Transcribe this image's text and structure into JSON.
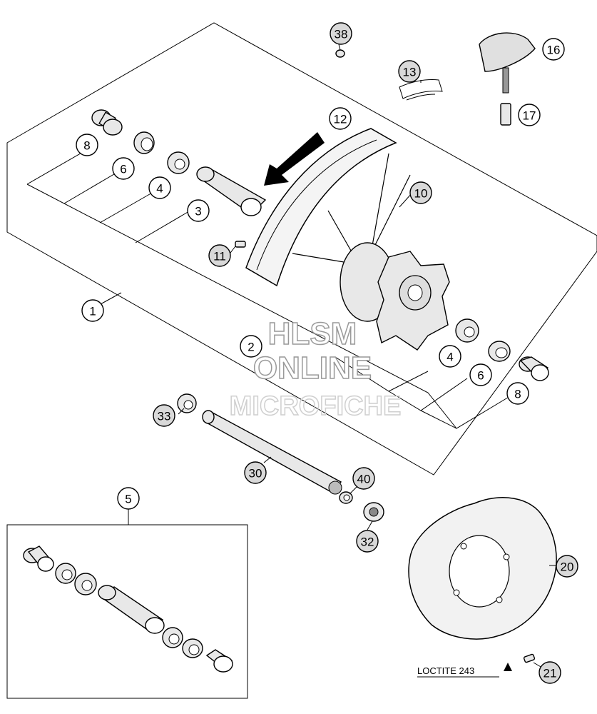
{
  "watermark": {
    "line1": "HLSM",
    "line2": "ONLINE",
    "line3": "MICROFICHE"
  },
  "note": "LOCTITE 243",
  "callouts": {
    "c38": "38",
    "c16": "16",
    "c13": "13",
    "c17": "17",
    "c12": "12",
    "c8a": "8",
    "c6a": "6",
    "c4a": "4",
    "c3": "3",
    "c10": "10",
    "c11": "11",
    "c1": "1",
    "c2": "2",
    "c4b": "4",
    "c6b": "6",
    "c8b": "8",
    "c33": "33",
    "c30": "30",
    "c40": "40",
    "c5": "5",
    "c32": "32",
    "c20": "20",
    "c21": "21"
  },
  "filled_callouts": [
    "38",
    "13",
    "11",
    "33",
    "30",
    "40",
    "32",
    "20",
    "21",
    "10"
  ]
}
